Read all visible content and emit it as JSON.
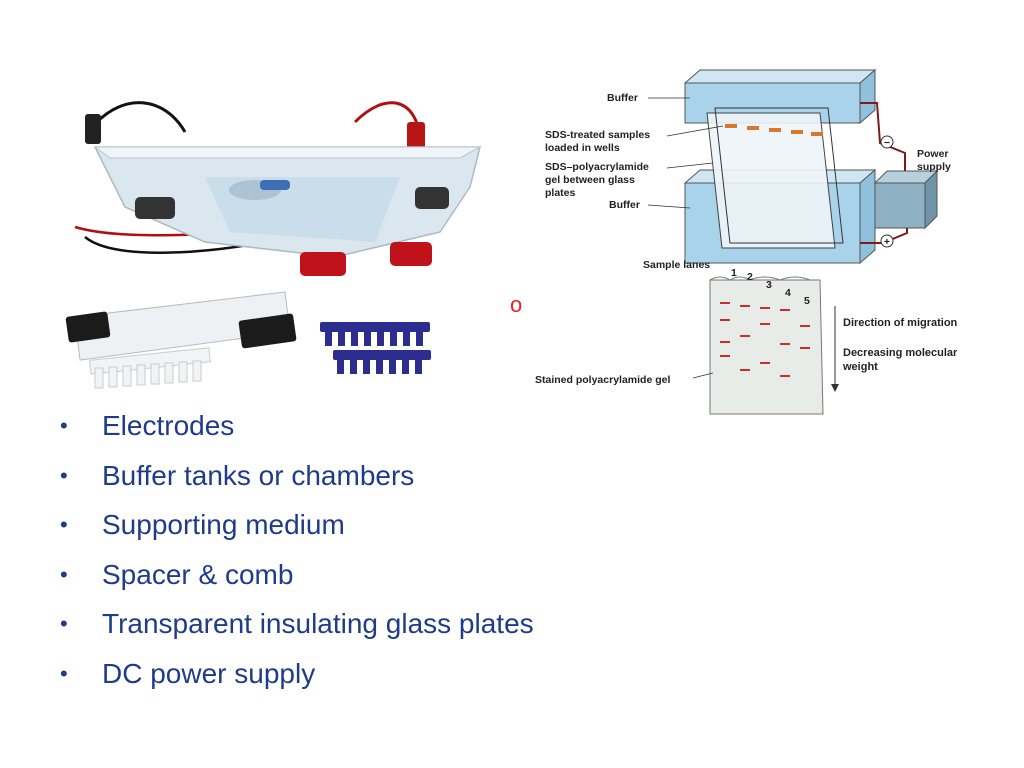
{
  "slide": {
    "stray_char": "o",
    "bullets": [
      "Electrodes",
      "Buffer tanks or chambers",
      "Supporting medium",
      "Spacer & comb",
      "Transparent insulating glass plates",
      "DC power supply"
    ],
    "bullet_glyph": "•"
  },
  "diagram": {
    "labels": {
      "buffer_top": "Buffer",
      "sds_samples_1": "SDS-treated samples",
      "sds_samples_2": "loaded in wells",
      "gel_1": "SDS–polyacrylamide",
      "gel_2": "gel between glass",
      "gel_3": "plates",
      "buffer_bottom": "Buffer",
      "power_1": "Power",
      "power_2": "supply",
      "minus": "−",
      "plus": "+",
      "sample_lanes": "Sample lanes",
      "lane_numbers": [
        "1",
        "2",
        "3",
        "4",
        "5"
      ],
      "migration": "Direction of migration",
      "decreasing_1": "Decreasing molecular",
      "decreasing_2": "weight",
      "stained_gel": "Stained polyacrylamide gel"
    }
  },
  "colors": {
    "bullet_text": "#1f3b8c",
    "stray_char": "#e8202a",
    "buffer_blue": "#a9d3ea",
    "band_red": "#c9302c",
    "gel_gray": "#e8ece8"
  }
}
